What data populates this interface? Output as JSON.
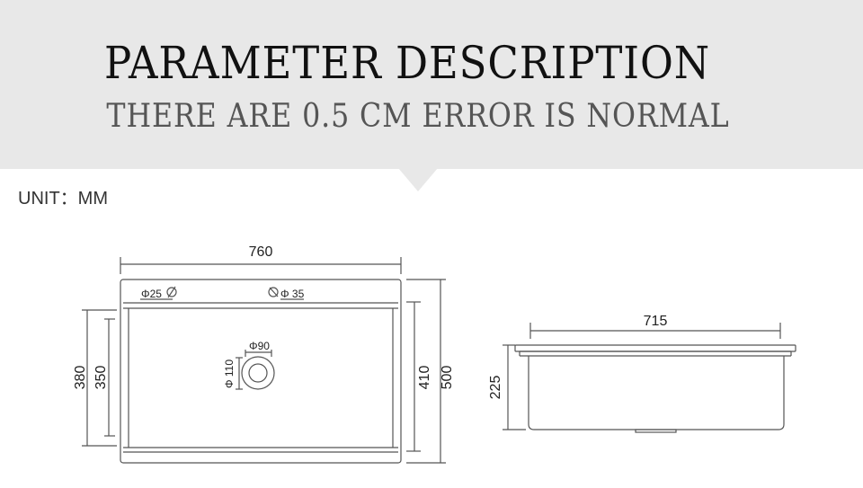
{
  "header": {
    "title": "PARAMETER DESCRIPTION",
    "subtitle": "THERE ARE 0.5 CM ERROR IS NORMAL"
  },
  "unit_label": "UNIT：MM",
  "top_view": {
    "overall_width": "760",
    "tap_hole": "Φ25",
    "accessory_hole": "Φ 35",
    "drain_diameter": "Φ90",
    "drain_outer": "Φ 110",
    "basin_length": "380",
    "basin_inner_length": "350",
    "inner_depth": "410",
    "overall_depth": "500"
  },
  "side_view": {
    "bowl_width": "715",
    "height": "225"
  },
  "colors": {
    "header_background": "#e8e8e8",
    "line_color": "#555555"
  }
}
